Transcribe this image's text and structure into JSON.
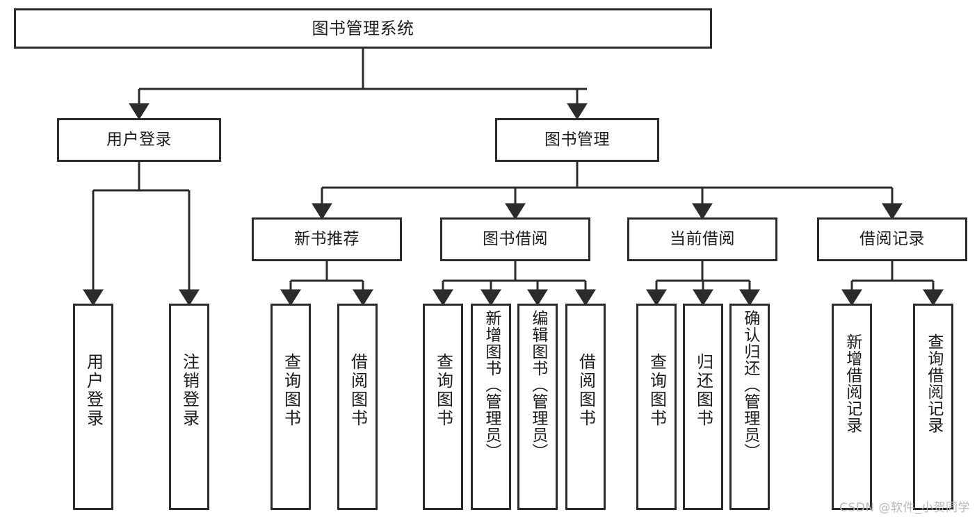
{
  "diagram": {
    "title": "图书管理系统",
    "type": "tree",
    "orientation": "top-down",
    "colors": {
      "box_border": "#2b2b2b",
      "box_fill": "#ffffff",
      "edge": "#2b2b2b",
      "text": "#1c1c1c",
      "watermark": "#b9b9b9",
      "background": "#ffffff"
    },
    "levels": {
      "root": "图书管理系统",
      "level2": [
        "用户登录",
        "图书管理"
      ],
      "level3": [
        "新书推荐",
        "图书借阅",
        "当前借阅",
        "借阅记录"
      ]
    },
    "nodes": {
      "root": {
        "text": "图书管理系统"
      },
      "user_login": {
        "text": "用户登录"
      },
      "book_manage": {
        "text": "图书管理"
      },
      "new_book_rec": {
        "text": "新书推荐"
      },
      "book_borrow": {
        "text": "图书借阅"
      },
      "current_borrow": {
        "text": "当前借阅"
      },
      "borrow_record": {
        "text": "借阅记录"
      },
      "leaf_user_login": {
        "text": "用户登录"
      },
      "leaf_logout": {
        "text": "注销登录"
      },
      "leaf_query_book_1": {
        "text": "查询图书"
      },
      "leaf_borrow_book_1": {
        "text": "借阅图书"
      },
      "leaf_query_book_2": {
        "text": "查询图书"
      },
      "leaf_add_book": {
        "text": "新增图书（管理员）"
      },
      "leaf_edit_book": {
        "text": "编辑图书（管理员）"
      },
      "leaf_borrow_book_2": {
        "text": "借阅图书"
      },
      "leaf_query_book_3": {
        "text": "查询图书"
      },
      "leaf_return_book": {
        "text": "归还图书"
      },
      "leaf_confirm_return": {
        "text": "确认归还（管理员）"
      },
      "leaf_add_record": {
        "text": "新增借阅记录"
      },
      "leaf_query_record": {
        "text": "查询借阅记录"
      }
    },
    "edges": [
      {
        "from": "图书管理系统",
        "to": "用户登录"
      },
      {
        "from": "图书管理系统",
        "to": "图书管理"
      },
      {
        "from": "用户登录",
        "to": "用户登录"
      },
      {
        "from": "用户登录",
        "to": "注销登录"
      },
      {
        "from": "图书管理",
        "to": "新书推荐"
      },
      {
        "from": "图书管理",
        "to": "图书借阅"
      },
      {
        "from": "图书管理",
        "to": "当前借阅"
      },
      {
        "from": "图书管理",
        "to": "借阅记录"
      },
      {
        "from": "新书推荐",
        "to": "查询图书"
      },
      {
        "from": "新书推荐",
        "to": "借阅图书"
      },
      {
        "from": "图书借阅",
        "to": "查询图书"
      },
      {
        "from": "图书借阅",
        "to": "新增图书（管理员）"
      },
      {
        "from": "图书借阅",
        "to": "编辑图书（管理员）"
      },
      {
        "from": "图书借阅",
        "to": "借阅图书"
      },
      {
        "from": "当前借阅",
        "to": "查询图书"
      },
      {
        "from": "当前借阅",
        "to": "归还图书"
      },
      {
        "from": "当前借阅",
        "to": "确认归还（管理员）"
      },
      {
        "from": "借阅记录",
        "to": "新增借阅记录"
      },
      {
        "from": "借阅记录",
        "to": "查询借阅记录"
      }
    ]
  },
  "watermark": {
    "text": "CSDN @软件_小贺同学"
  }
}
